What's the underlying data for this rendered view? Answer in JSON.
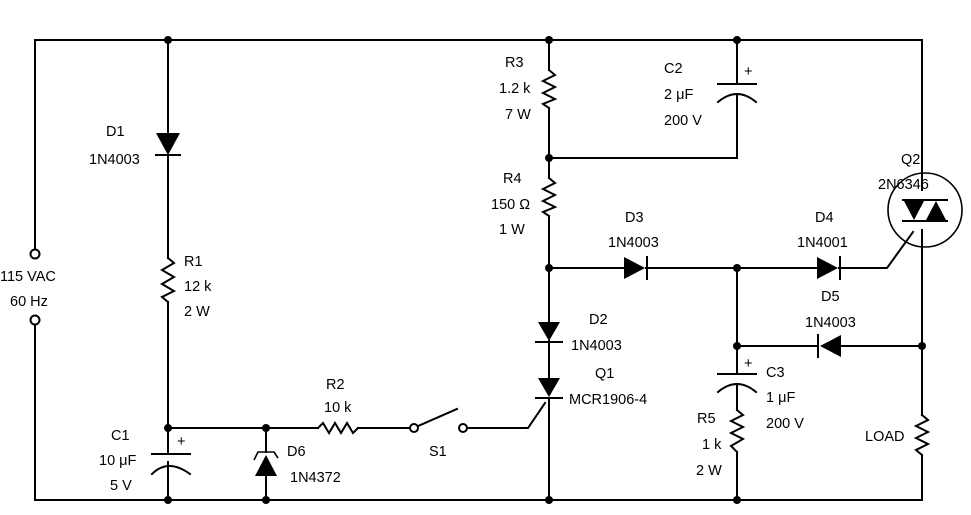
{
  "diagram": {
    "type": "circuit-schematic",
    "source": {
      "label_voltage": "115 VAC",
      "label_freq": "60 Hz"
    },
    "components": {
      "D1": {
        "ref": "D1",
        "part": "1N4003"
      },
      "R1": {
        "ref": "R1",
        "value": "12 k",
        "rating": "2 W"
      },
      "C1": {
        "ref": "C1",
        "value": "10 μF",
        "rating": "5 V",
        "polarity": "+"
      },
      "D6": {
        "ref": "D6",
        "part": "1N4372"
      },
      "R2": {
        "ref": "R2",
        "value": "10 k"
      },
      "S1": {
        "ref": "S1"
      },
      "R3": {
        "ref": "R3",
        "value": "1.2 k",
        "rating": "7 W"
      },
      "R4": {
        "ref": "R4",
        "value": "150 Ω",
        "rating": "1 W"
      },
      "C2": {
        "ref": "C2",
        "value": "2 μF",
        "rating": "200 V",
        "polarity": "+"
      },
      "D2": {
        "ref": "D2",
        "part": "1N4003"
      },
      "Q1": {
        "ref": "Q1",
        "part": "MCR1906-4"
      },
      "D3": {
        "ref": "D3",
        "part": "1N4003"
      },
      "D4": {
        "ref": "D4",
        "part": "1N4001"
      },
      "D5": {
        "ref": "D5",
        "part": "1N4003"
      },
      "C3": {
        "ref": "C3",
        "value": "1 μF",
        "rating": "200 V",
        "polarity": "+"
      },
      "R5": {
        "ref": "R5",
        "value": "1 k",
        "rating": "2 W"
      },
      "Q2": {
        "ref": "Q2",
        "part": "2N6346"
      },
      "LOAD": {
        "ref": "LOAD"
      }
    }
  }
}
